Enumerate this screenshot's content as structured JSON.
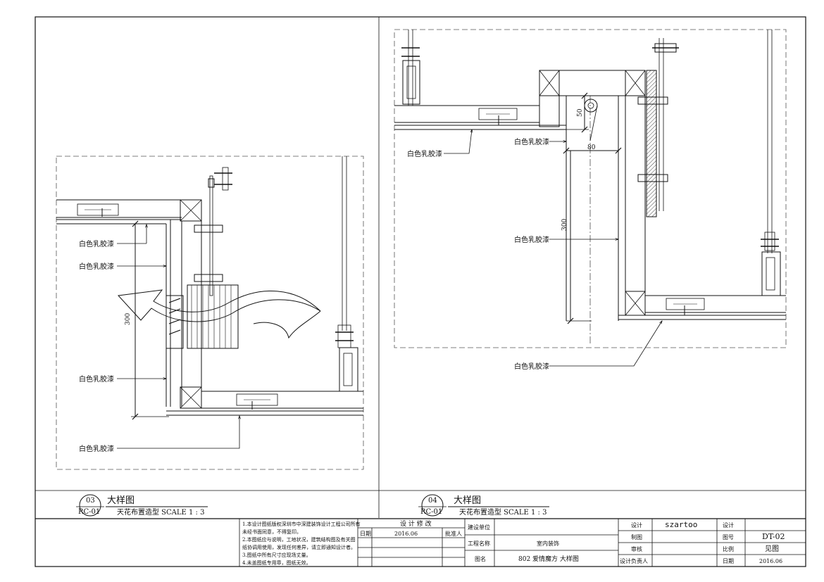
{
  "drawing_left": {
    "label_1": "白色乳胶漆",
    "label_2": "白色乳胶漆",
    "label_3": "白色乳胶漆",
    "label_4": "白色乳胶漆",
    "dim_300": "300",
    "detail_no": "03",
    "ref": "RC-01",
    "title": "大样图",
    "subtitle": "天花布置造型  SCALE 1 : 3"
  },
  "drawing_right": {
    "label_1": "白色乳胶漆",
    "label_2": "白色乳胶漆",
    "label_3": "白色乳胶漆",
    "label_4": "白色乳胶漆",
    "dim_50": "50",
    "dim_80": "80",
    "dim_300": "300",
    "detail_no": "04",
    "ref": "RC-01",
    "title": "大样图",
    "subtitle": "天花布置造型  SCALE 1 : 3"
  },
  "title_block": {
    "notes": [
      "1.本设计图纸版权深圳市中深建装饰设计工程公司所有",
      "未经书面同意，不得复印。",
      "2.本图纸应与说明，工地状况，建筑结构图及有关图",
      "纸协调用使用，发现任何差异，请立即通知设计者。",
      "3.图纸中所有尺寸应现场丈量。",
      "4.未盖图纸专用章，图纸无效。"
    ],
    "revision_header": "设 计 修 改",
    "date_label": "日期",
    "date_value": "2016.06",
    "approver_label": "批准人",
    "client_label": "建设单位",
    "project_label": "工程名称",
    "project_value": "室内装饰",
    "drawing_name_label": "图名",
    "drawing_name_value": "802 爱情魔方 大样图",
    "design_label": "设计",
    "design_value": "szartoo",
    "drawn_label": "制图",
    "check_label": "审核",
    "lead_label": "设计负责人",
    "design2_label": "设计",
    "sheet_no_label": "图号",
    "sheet_no_value": "DT-02",
    "scale_label": "比例",
    "scale_value": "见图",
    "date2_label": "日期",
    "date2_value": "2016.06"
  }
}
